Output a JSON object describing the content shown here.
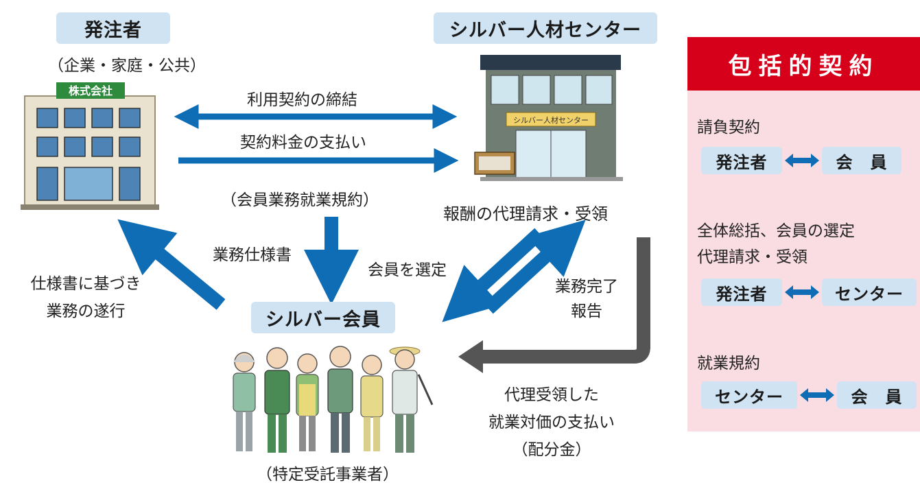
{
  "orderer": {
    "title": "発注者",
    "subtitle": "（企業・家庭・公共）",
    "sign": "株式会社"
  },
  "center": {
    "title": "シルバー人材センター",
    "sign": "シルバー人材センター",
    "caption": "報酬の代理請求・受領"
  },
  "member": {
    "title": "シルバー会員",
    "caption": "（特定受託事業者）"
  },
  "flows": {
    "contract": "利用契約の締結",
    "payment": "契約料金の支払い",
    "rules_note": "（会員業務就業規約）",
    "spec": "業務仕様書",
    "select": "会員を選定",
    "completion": [
      "業務完了",
      "報告"
    ],
    "perform": [
      "仕様書に基づき",
      "業務の遂行"
    ],
    "distribution": [
      "代理受領した",
      "就業対価の支払い",
      "（配分金）"
    ]
  },
  "panel": {
    "title": "包括的契約",
    "sections": [
      {
        "heading": "請負契約",
        "left": "発注者",
        "right": "会　員"
      },
      {
        "heading": [
          "全体総括、会員の選定",
          "代理請求・受領"
        ],
        "left": "発注者",
        "right": "センター"
      },
      {
        "heading": "就業規約",
        "left": "センター",
        "right": "会　員"
      }
    ]
  },
  "colors": {
    "arrow_blue": "#0e6db5",
    "arrow_gray": "#555555",
    "label_bg": "#cfe3f3",
    "panel_red": "#d7001a",
    "panel_pink": "#f9dde2"
  }
}
